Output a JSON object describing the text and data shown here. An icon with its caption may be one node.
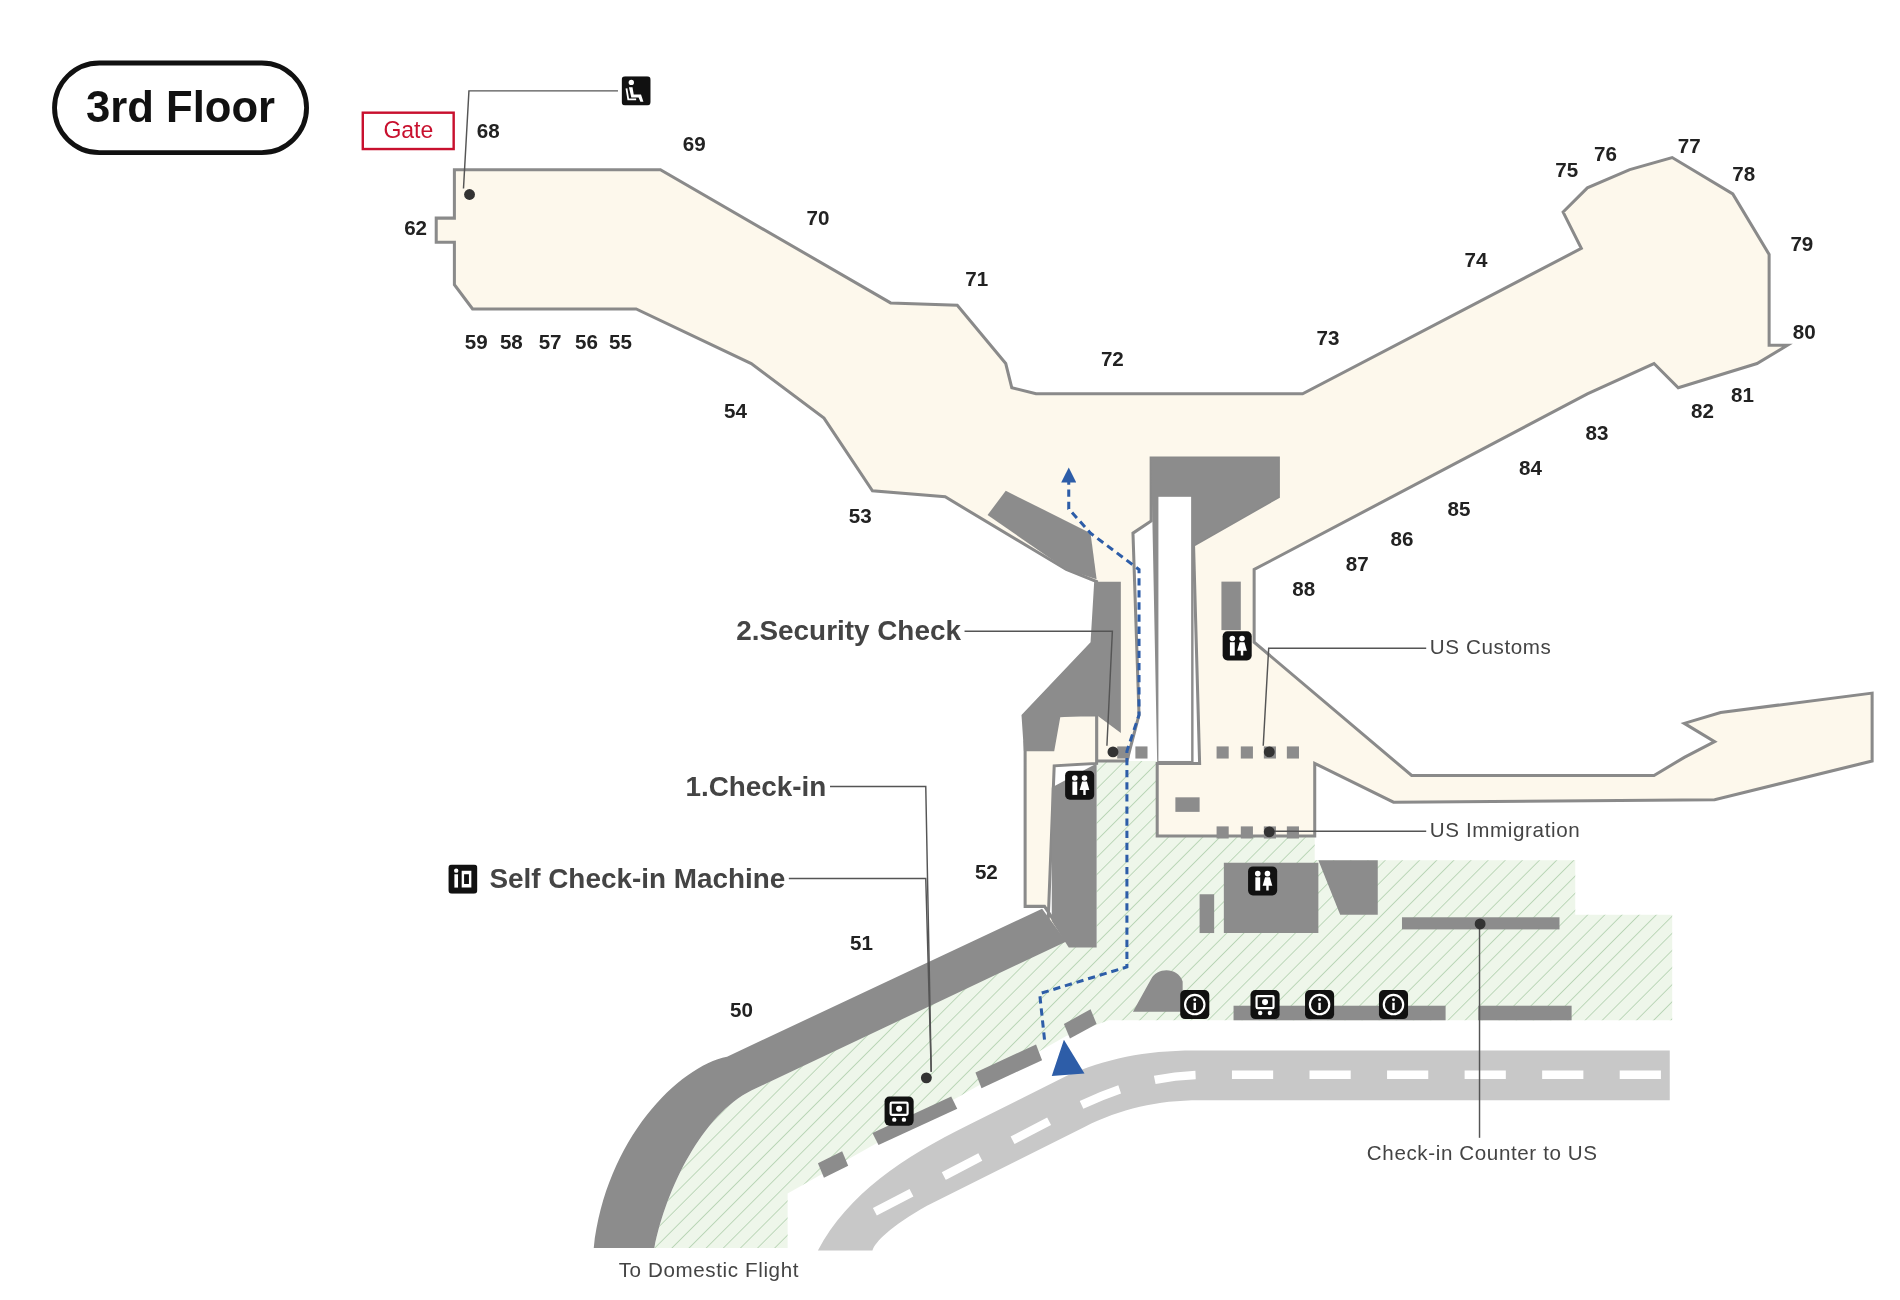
{
  "diagram": {
    "title": "3rd Floor",
    "nodes": [
      {
        "text": [],
        "shape": "picture"
      },
      {
        "text": [],
        "shape": "circle"
      },
      {
        "text": [
          "2.Security Check"
        ]
      },
      {
        "text": [],
        "shape": "circle"
      },
      {
        "text": [
          "1.Check-in"
        ]
      },
      {
        "text": [],
        "shape": "circle"
      },
      {
        "text": [
          "Self Check-in Machine"
        ]
      },
      {
        "text": [
          "US Customs"
        ]
      },
      {
        "text": [],
        "shape": "circle"
      },
      {
        "text": [
          "US Immigration"
        ]
      },
      {
        "text": [],
        "shape": "circle"
      },
      {
        "text": [
          "Check-in Counter to US"
        ]
      },
      {
        "text": [],
        "shape": "circle"
      }
    ],
    "edges": [
      {
        "from": 0,
        "to": 1,
        "arrow": "none"
      },
      {
        "from": 2,
        "to": 3,
        "arrow": "none"
      },
      {
        "from": 4,
        "to": 5,
        "arrow": "none"
      },
      {
        "from": 6,
        "to": 5,
        "arrow": "none"
      },
      {
        "from": 7,
        "to": 8,
        "arrow": "none"
      },
      {
        "from": 9,
        "to": 10,
        "arrow": "none"
      },
      {
        "from": 11,
        "to": 12,
        "arrow": "none"
      }
    ],
    "labels": [
      "Gate",
      "68",
      "69",
      "77",
      "76",
      "75",
      "78",
      "70",
      "62",
      "79",
      "74",
      "71",
      "80",
      "59",
      "58",
      "57",
      "56",
      "55",
      "73",
      "72",
      "81",
      "54",
      "82",
      "83",
      "84",
      "85",
      "53",
      "86",
      "87",
      "88",
      "52",
      "51",
      "50",
      "To Domestic Flight"
    ]
  }
}
